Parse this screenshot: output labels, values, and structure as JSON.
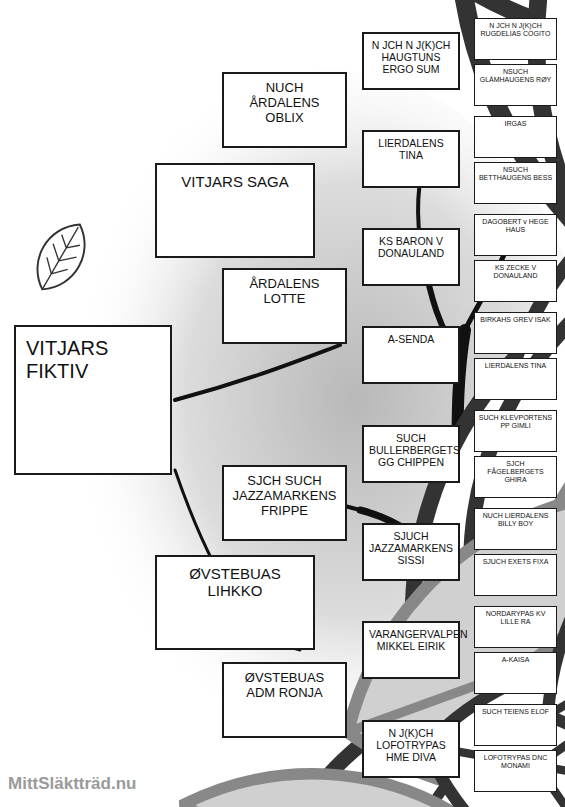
{
  "diagram": {
    "nodes": [
      {
        "text": [
          "VITJARS FIKTIV"
        ]
      },
      {
        "text": [
          "VITJARS SAGA"
        ]
      },
      {
        "text": [
          "ØVSTEBUAS LIHKKO"
        ]
      },
      {
        "text": [
          "NUCH ÅRDALENS OBLIX"
        ]
      },
      {
        "text": [
          "ÅRDALENS LOTTE"
        ]
      },
      {
        "text": [
          "SJCH SUCH JAZZAMARKENS FRIPPE"
        ]
      },
      {
        "text": [
          "ØVSTEBUAS ADM RONJA"
        ]
      },
      {
        "text": [
          "N JCH N J(K)CH HAUGTUNS ERGO SUM"
        ]
      },
      {
        "text": [
          "LIERDALENS TINA"
        ]
      },
      {
        "text": [
          "KS BARON V DONAULAND"
        ]
      },
      {
        "text": [
          "A-SENDA"
        ]
      },
      {
        "text": [
          "SUCH BULLERBERGETS GG CHIPPEN"
        ]
      },
      {
        "text": [
          "SJUCH JAZZAMARKENS SISSI"
        ]
      },
      {
        "text": [
          "VARANGERVALPEN MIKKEL EIRIK"
        ]
      },
      {
        "text": [
          "N J(K)CH LOFOTRYPAS HME DIVA"
        ]
      },
      {
        "text": [
          "N JCH N J(K)CH RUGDELIAS COGITO"
        ]
      },
      {
        "text": [
          "NSUCH GLÄMHAUGENS RØY"
        ]
      },
      {
        "text": [
          "IRGAS"
        ]
      },
      {
        "text": [
          "NSUCH BETTHAUGENS BESS"
        ]
      },
      {
        "text": [
          "DAGOBERT v HEGE HAUS"
        ]
      },
      {
        "text": [
          "KS ZECKE V DONAULAND"
        ]
      },
      {
        "text": [
          "BIRKAHS GREV ISAK"
        ]
      },
      {
        "text": [
          "LIERDALENS TINA"
        ]
      },
      {
        "text": [
          "SUCH KLEVPORTENS PP GIMLI"
        ]
      },
      {
        "text": [
          "SJCH FÅGELBERGETS GHIRA"
        ]
      },
      {
        "text": [
          "NUCH LIERDALENS BILLY BOY"
        ]
      },
      {
        "text": [
          "SJUCH EXETS FIXA"
        ]
      },
      {
        "text": [
          "NORDARYPAS KV LILLE RA"
        ]
      },
      {
        "text": [
          "A-KAISA"
        ]
      },
      {
        "text": [
          "SUCH TEIENS ELOF"
        ]
      },
      {
        "text": [
          "LOFOTRYPAS DNC MONAMI"
        ]
      }
    ],
    "labels": [
      "MittSläktträd.nu"
    ]
  }
}
